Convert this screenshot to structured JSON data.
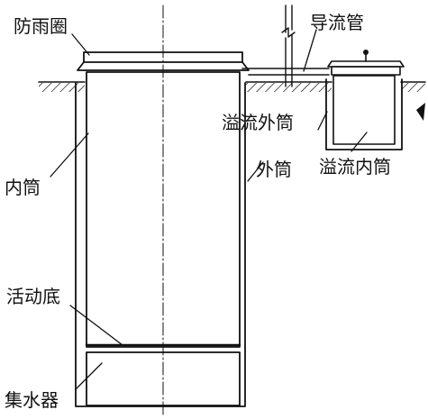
{
  "labels": {
    "rain_guard": "防雨圈",
    "drain_pipe": "导流管",
    "overflow_outer": "溢流外筒",
    "overflow_inner": "溢流内筒",
    "inner_cylinder": "内筒",
    "outer_cylinder": "外筒",
    "movable_bottom": "活动底",
    "collector": "集水器"
  },
  "colors": {
    "ink": "#111111",
    "background": "#ffffff"
  },
  "icons": {
    "ground": "ground-hatch-icon",
    "pipe_break": "pipe-break-icon",
    "center_axis": "center-axis-icon",
    "handle": "handle-icon",
    "side_marker": "side-marker-icon"
  }
}
